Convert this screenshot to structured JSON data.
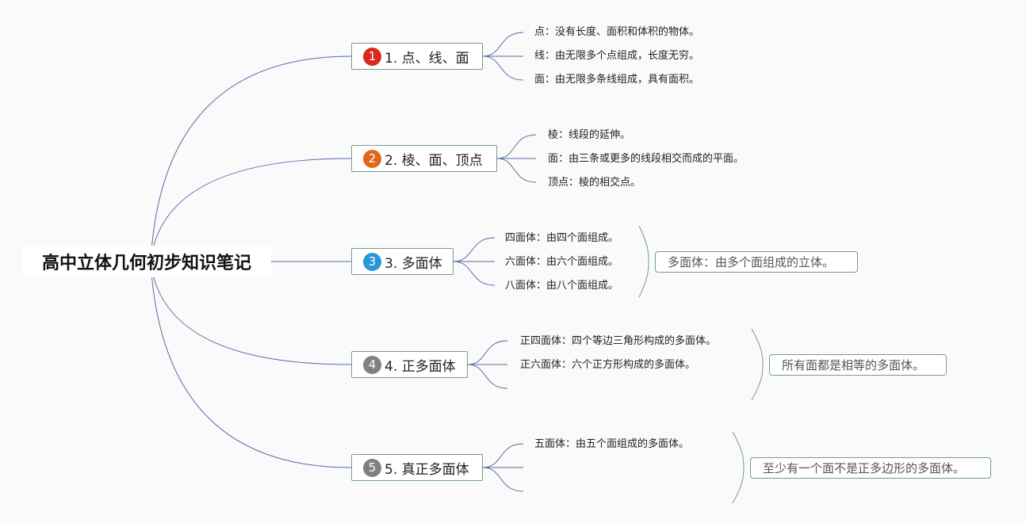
{
  "title": "高中立体几何初步知识笔记",
  "colors": {
    "root_link": "#5b6aa8",
    "leaf_link": "#5b6aa8",
    "summary_brace": "#6f9f8a",
    "node_border": "#6f9f8a"
  },
  "branches": [
    {
      "marker": "1",
      "marker_color": "#d9291c",
      "label": "1. 点、线、面",
      "leaves": [
        "点：没有长度、面积和体积的物体。",
        "线：由无限多个点组成，长度无穷。",
        "面：由无限多条线组成，具有面积。"
      ]
    },
    {
      "marker": "2",
      "marker_color": "#e0681a",
      "label": "2. 棱、面、顶点",
      "leaves": [
        "棱：线段的延伸。",
        "面：由三条或更多的线段相交而成的平面。",
        "顶点：棱的相交点。"
      ]
    },
    {
      "marker": "3",
      "marker_color": "#2a96d6",
      "label": "3. 多面体",
      "leaves": [
        "四面体：由四个面组成。",
        "六面体：由六个面组成。",
        "八面体：由八个面组成。"
      ],
      "summary": "多面体：由多个面组成的立体。"
    },
    {
      "marker": "4",
      "marker_color": "#808080",
      "label": "4. 正多面体",
      "leaves": [
        "正四面体：四个等边三角形构成的多面体。",
        "正六面体：六个正方形构成的多面体。",
        ""
      ],
      "summary": "所有面都是相等的多面体。"
    },
    {
      "marker": "5",
      "marker_color": "#808080",
      "label": "5. 真正多面体",
      "leaves": [
        "五面体：由五个面组成的多面体。",
        "",
        ""
      ],
      "summary": "至少有一个面不是正多边形的多面体。"
    }
  ]
}
